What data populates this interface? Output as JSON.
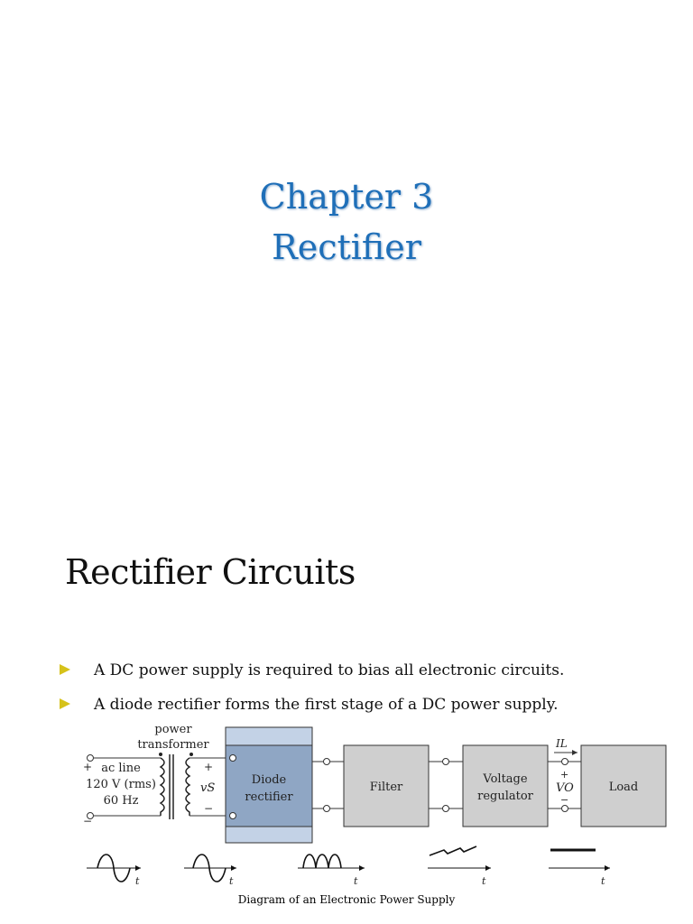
{
  "slide1": {
    "title_line1": "Chapter 3",
    "title_line2": "Rectifier"
  },
  "slide2": {
    "heading": "Rectifier Circuits",
    "bullets": [
      "A DC power supply is required to bias all electronic circuits.",
      "A diode rectifier forms the first stage of a DC power supply."
    ],
    "diagram": {
      "transformer_label_1": "power",
      "transformer_label_2": "transformer",
      "source_line1": "ac line",
      "source_line2": "120 V (rms)",
      "source_line3": "60 Hz",
      "vs_label": "vS",
      "rectifier_line1": "Diode",
      "rectifier_line2": "rectifier",
      "filter": "Filter",
      "regulator_line1": "Voltage",
      "regulator_line2": "regulator",
      "load": "Load",
      "il_label": "IL",
      "vo_label": "VO",
      "plus": "+",
      "minus": "−",
      "t": "t",
      "accent_color": "#8fa6c4",
      "block_color": "#cfcfcf"
    },
    "caption": "Diagram of an Electronic Power Supply"
  },
  "colors": {
    "title_blue": "#1f6fb8",
    "bullet_yellow": "#d6c21a"
  }
}
